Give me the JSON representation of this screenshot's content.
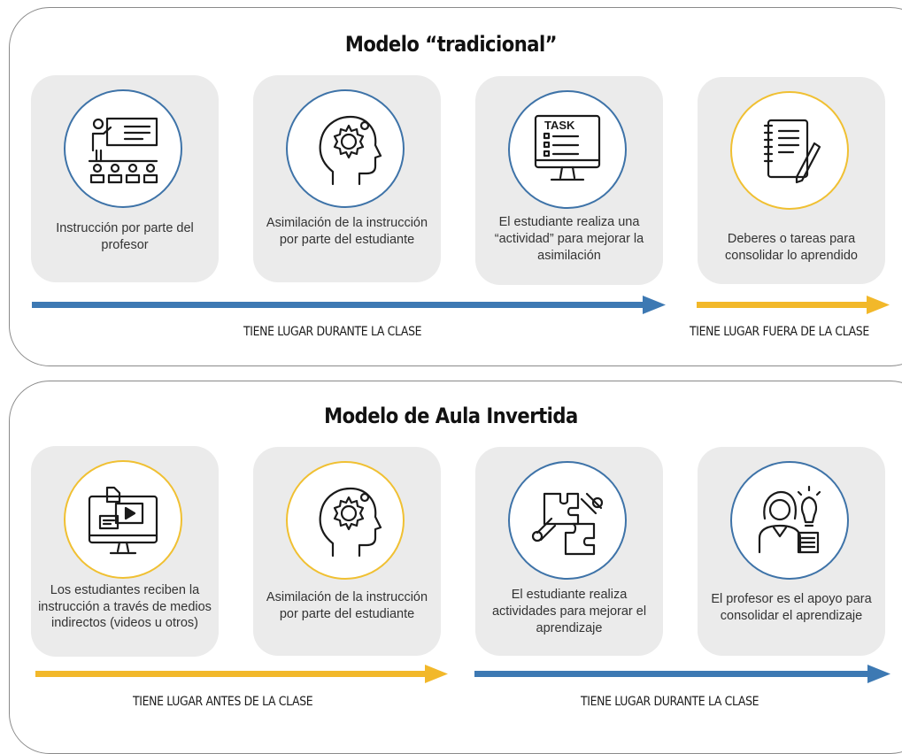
{
  "traditional": {
    "title": "Modelo “tradicional”",
    "cards": [
      {
        "text": "Instrucción por parte del profesor",
        "icon": "teacher-presentation-icon",
        "accent": "blue"
      },
      {
        "text": "Asimilación de la instrucción por parte del estudiante",
        "icon": "head-gear-icon",
        "accent": "blue"
      },
      {
        "text": "El estudiante realiza una “actividad” para mejorar la asimilación",
        "icon": "task-monitor-icon",
        "accent": "blue"
      },
      {
        "text": "Deberes o tareas para consolidar lo aprendido",
        "icon": "notebook-pencil-icon",
        "accent": "gold"
      }
    ],
    "arrows": [
      {
        "label": "TIENE LUGAR DURANTE LA CLASE",
        "color": "#3d79b3"
      },
      {
        "label": "TIENE LUGAR FUERA DE LA CLASE",
        "color": "#f2b82a"
      }
    ]
  },
  "flipped": {
    "title": "Modelo de Aula Invertida",
    "cards": [
      {
        "text": "Los estudiantes reciben la instrucción a través de medios indirectos (videos u otros)",
        "icon": "video-monitor-icon",
        "accent": "gold"
      },
      {
        "text": "Asimilación de la instrucción por parte del estudiante",
        "icon": "head-gear-icon",
        "accent": "gold"
      },
      {
        "text": "El estudiante realiza actividades para mejorar el aprendizaje",
        "icon": "puzzle-hands-icon",
        "accent": "blue"
      },
      {
        "text": "El profesor es el apoyo para consolidar el aprendizaje",
        "icon": "teacher-idea-icon",
        "accent": "blue"
      }
    ],
    "arrows": [
      {
        "label": "TIENE LUGAR ANTES DE LA CLASE",
        "color": "#f2b82a"
      },
      {
        "label": "TIENE LUGAR DURANTE LA CLASE",
        "color": "#3d79b3"
      }
    ]
  },
  "icon_label": "TASK",
  "colors": {
    "blue": "#3d79b3",
    "gold": "#f2b82a",
    "card": "#ebebeb"
  }
}
